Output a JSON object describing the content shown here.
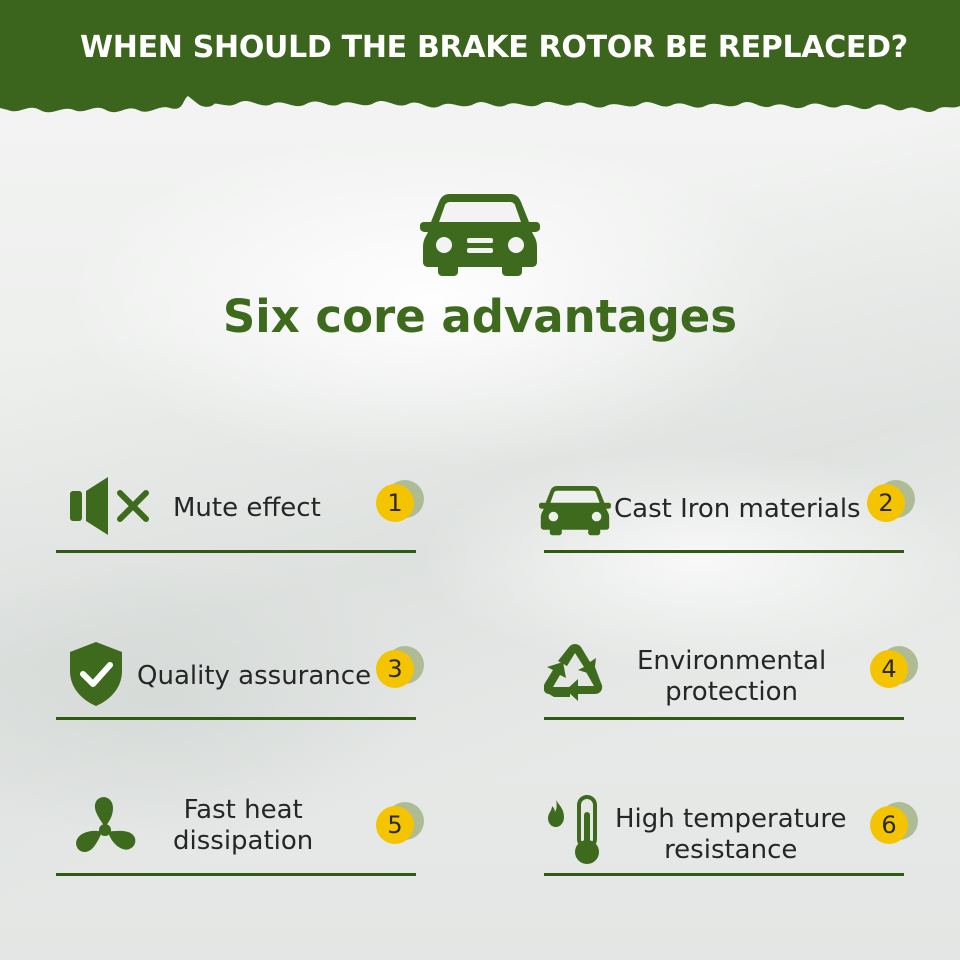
{
  "banner": {
    "title": "WHEN SHOULD THE BRAKE ROTOR BE REPLACED?",
    "color": "#3b641d"
  },
  "main": {
    "icon": "car-front-icon",
    "heading": "Six core advantages",
    "heading_color": "#3d6a1c"
  },
  "badge_color": "#f4c400",
  "advantages": [
    {
      "number": "1",
      "label": "Mute effect",
      "icon": "speaker-mute-icon"
    },
    {
      "number": "2",
      "label": "Cast Iron materials",
      "icon": "car-icon"
    },
    {
      "number": "3",
      "label": "Quality assurance",
      "icon": "shield-check-icon"
    },
    {
      "number": "4",
      "label": "Environmental\nprotection",
      "icon": "recycle-icon"
    },
    {
      "number": "5",
      "label": "Fast heat\ndissipation",
      "icon": "fan-icon"
    },
    {
      "number": "6",
      "label": "High temperature\nresistance",
      "icon": "thermometer-flame-icon"
    }
  ]
}
